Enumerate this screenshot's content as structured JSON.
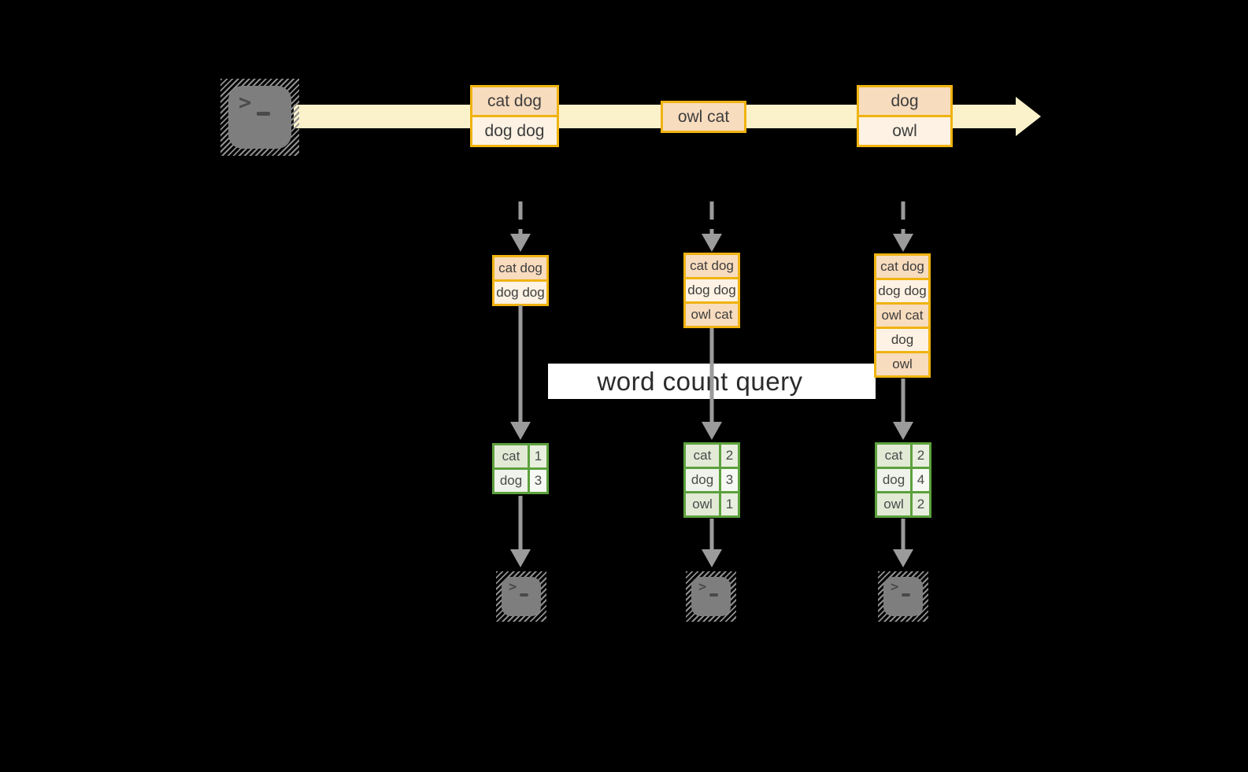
{
  "banner": {
    "label": "word count query"
  },
  "colors": {
    "band": "#FBF1CB",
    "box-border": "#F0B310",
    "peach": "#F8DCBE",
    "cream": "#FDF2E3",
    "arrow-gray": "#9B9B9B",
    "green-border": "#5CA13D",
    "green-dark": "#E2EAD6",
    "green-light": "#EFF3EB",
    "green-num-dark": "#E9EFDE",
    "green-num-light": "#F7F9F5",
    "text-dark": "#3D3D3D",
    "banner-text": "#2B2B2B",
    "banner-bg": "#FFFFFF",
    "term-body": "#7E7E7E",
    "term-glyph": "#4A4A4A",
    "hatch": "#909090"
  },
  "icons": {
    "terminal_prompt": ">"
  },
  "stream": {
    "events": [
      {
        "rows": [
          "cat dog",
          "dog dog"
        ]
      },
      {
        "rows": [
          "owl cat"
        ]
      },
      {
        "rows": [
          "dog",
          "owl"
        ]
      }
    ]
  },
  "workers": [
    {
      "buffer": [
        "cat dog",
        "dog dog"
      ],
      "counts": [
        {
          "word": "cat",
          "count": "1"
        },
        {
          "word": "dog",
          "count": "3"
        }
      ]
    },
    {
      "buffer": [
        "cat dog",
        "dog dog",
        "owl cat"
      ],
      "counts": [
        {
          "word": "cat",
          "count": "2"
        },
        {
          "word": "dog",
          "count": "3"
        },
        {
          "word": "owl",
          "count": "1"
        }
      ]
    },
    {
      "buffer": [
        "cat dog",
        "dog dog",
        "owl cat",
        "dog",
        "owl"
      ],
      "counts": [
        {
          "word": "cat",
          "count": "2"
        },
        {
          "word": "dog",
          "count": "4"
        },
        {
          "word": "owl",
          "count": "2"
        }
      ]
    }
  ]
}
